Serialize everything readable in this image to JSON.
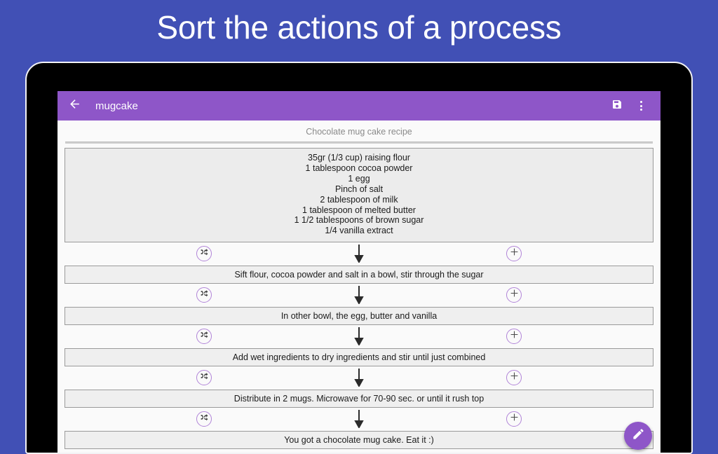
{
  "promo": {
    "headline": "Sort the actions of a process"
  },
  "colors": {
    "background_blue": "#4150b5",
    "app_bar_purple": "#8e56c8",
    "icon_outline_purple": "#b184d8",
    "device_frame_black": "#000000",
    "step_box_fill": "#efefef",
    "ingredients_fill": "#ececec"
  },
  "app_bar": {
    "back_icon": "back-arrow-icon",
    "title": "mugcake",
    "save_icon": "save-floppy-icon",
    "overflow_icon": "overflow-menu-icon"
  },
  "content": {
    "recipe_title": "Chocolate mug cake recipe",
    "ingredients": [
      "35gr (1/3 cup) raising flour",
      "1 tablespoon cocoa powder",
      "1 egg",
      "Pinch of salt",
      "2 tablespoon of milk",
      "1 tablespoon of melted butter",
      "1 1/2 tablespoons of brown sugar",
      "1/4 vanilla extract"
    ],
    "connector_icons": {
      "shuffle": "shuffle-icon",
      "add": "plus-icon",
      "flow": "down-arrow-icon"
    },
    "steps": [
      "Sift flour, cocoa powder and salt in a bowl, stir through the sugar",
      "In other bowl, the egg, butter and vanilla",
      "Add wet ingredients to dry ingredients and stir until just combined",
      "Distribute in 2 mugs. Microwave for 70-90 sec. or until it rush top",
      "You got a chocolate mug cake. Eat it :)"
    ]
  },
  "fab": {
    "icon": "edit-pencil-icon"
  }
}
